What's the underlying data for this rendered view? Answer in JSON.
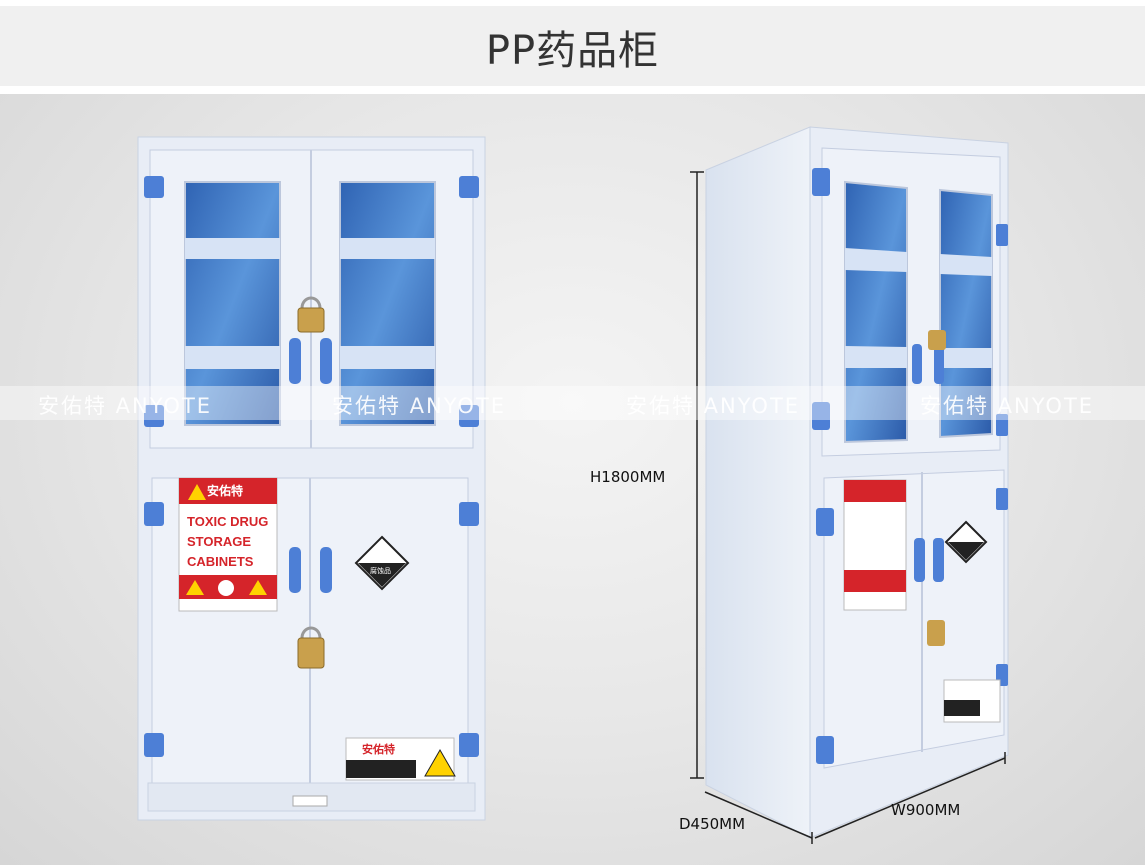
{
  "header": {
    "title": "PP药品柜"
  },
  "labels": {
    "warning_lines": [
      "TOXIC DRUG",
      "STORAGE",
      "CABINETS"
    ],
    "brand_cn": "安佑特",
    "brand_en": "ANYOTE",
    "hazard_text": "腐蚀品"
  },
  "dimensions": {
    "height": "H1800MM",
    "depth": "D450MM",
    "width": "W900MM"
  },
  "watermark": {
    "text": "安佑特 ANYOTE"
  },
  "colors": {
    "cabinet": "#e6ecf6",
    "glass": "#4b84cc",
    "hinge": "#4d7fd6",
    "label_red": "#d5242a"
  }
}
